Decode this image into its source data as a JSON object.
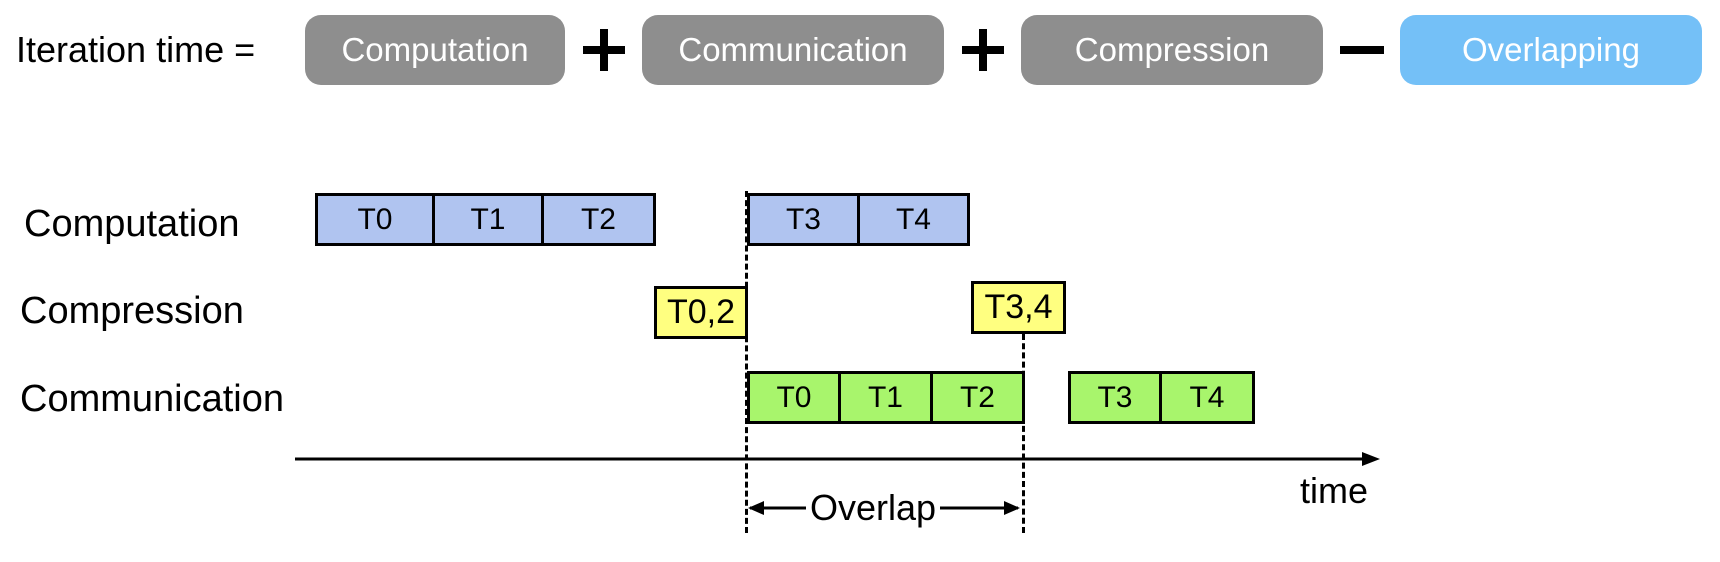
{
  "equation": {
    "lhs": "Iteration time =",
    "terms": [
      "Computation",
      "Communication",
      "Compression",
      "Overlapping"
    ],
    "operators": [
      "plus-icon",
      "plus-icon",
      "minus-icon"
    ],
    "colors": {
      "term": "#8e8e8e",
      "overlap_term": "#74c0f7"
    }
  },
  "timeline": {
    "rows": [
      "Computation",
      "Compression",
      "Communication"
    ],
    "computation_tasks": [
      "T0",
      "T1",
      "T2",
      "T3",
      "T4"
    ],
    "compression_tasks": [
      "T0,2",
      "T3,4"
    ],
    "communication_tasks": [
      "T0",
      "T1",
      "T2",
      "T3",
      "T4"
    ],
    "axis_label": "time",
    "overlap_label": "Overlap",
    "colors": {
      "computation": "#b0c4f0",
      "compression": "#ffff80",
      "communication": "#a8f56c"
    }
  }
}
